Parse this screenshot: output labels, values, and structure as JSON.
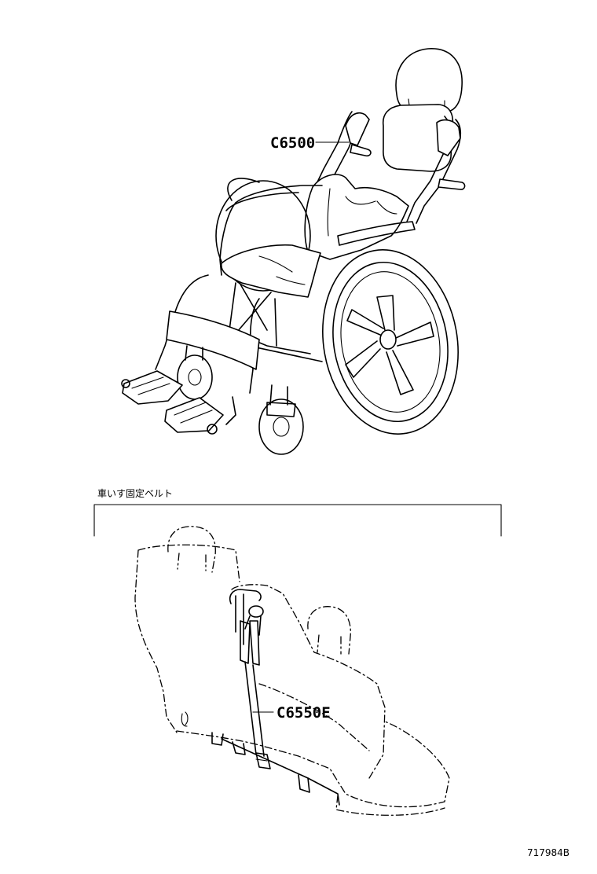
{
  "parts": {
    "wheelchair_callout": "C6500",
    "belt_callout": "C6550E"
  },
  "section": {
    "caption": "車いす固定ベルト"
  },
  "figure_number": "717984B"
}
